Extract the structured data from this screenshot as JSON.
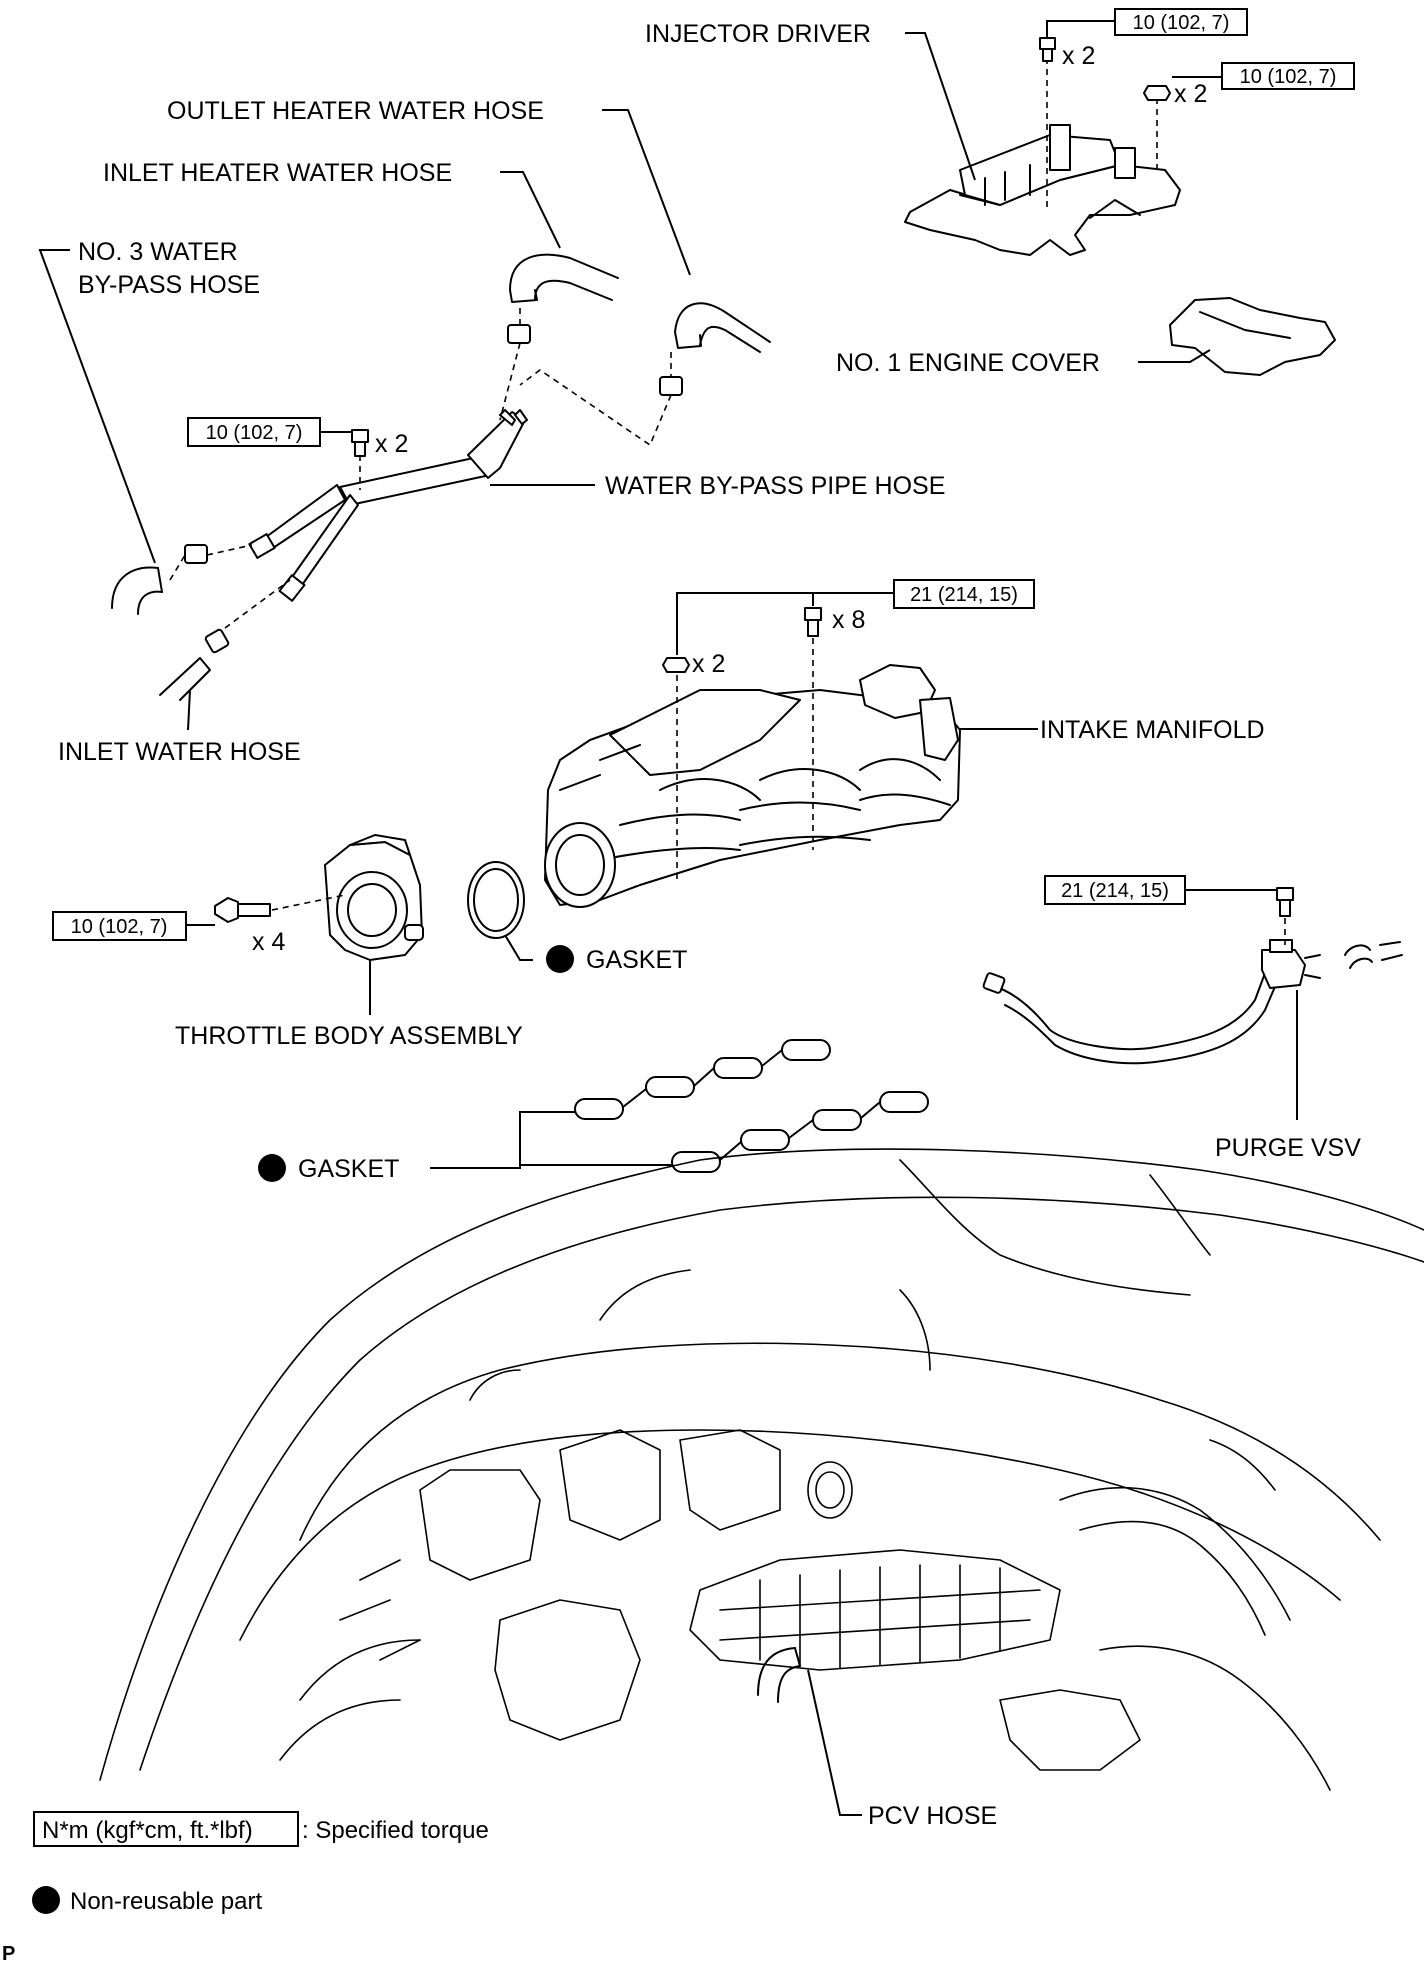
{
  "labels": {
    "injector_driver": "INJECTOR DRIVER",
    "outlet_heater_water_hose": "OUTLET HEATER WATER HOSE",
    "inlet_heater_water_hose": "INLET HEATER WATER HOSE",
    "no3_water_bypass_hose_line1": "NO. 3 WATER",
    "no3_water_bypass_hose_line2": "BY-PASS HOSE",
    "no1_engine_cover": "NO. 1 ENGINE COVER",
    "water_bypass_pipe_hose": "WATER BY-PASS PIPE HOSE",
    "inlet_water_hose": "INLET WATER HOSE",
    "intake_manifold": "INTAKE MANIFOLD",
    "gasket_throttle": "GASKET",
    "throttle_body_assembly": "THROTTLE BODY ASSEMBLY",
    "gasket_manifold": "GASKET",
    "purge_vsv": "PURGE VSV",
    "pcv_hose": "PCV HOSE"
  },
  "torques": {
    "injector_bolt": "10 (102, 7)",
    "injector_nut": "10 (102, 7)",
    "water_pipe_bolt": "10 (102, 7)",
    "manifold": "21 (214, 15)",
    "throttle_bolt": "10 (102, 7)",
    "purge_vsv_bolt": "21 (214, 15)"
  },
  "quantities": {
    "injector_bolt": "x 2",
    "injector_nut": "x 2",
    "water_pipe_bolt": "x 2",
    "manifold_nut": "x 2",
    "manifold_bolt": "x 8",
    "throttle_bolt": "x 4"
  },
  "legend": {
    "torque_box": "N*m (kgf*cm, ft.*lbf)",
    "torque_desc": ": Specified torque",
    "nonreusable_desc": "Non-reusable part"
  },
  "corner_mark": "P"
}
